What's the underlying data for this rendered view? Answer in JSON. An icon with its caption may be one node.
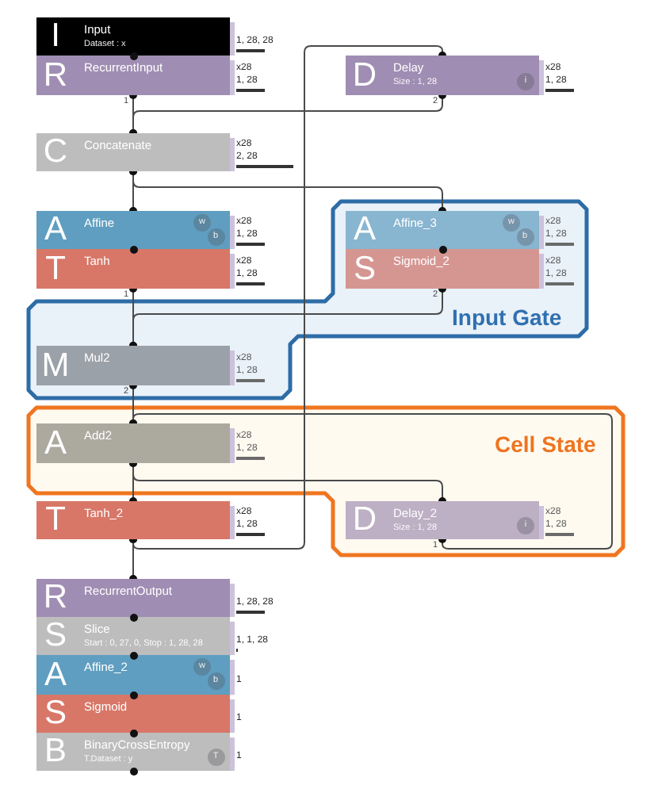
{
  "diagram": {
    "nodes": [
      {
        "text": [
          "I",
          "Input",
          "Dataset : x"
        ],
        "beside": [
          "1, 28, 28"
        ]
      },
      {
        "text": [
          "R",
          "RecurrentInput"
        ],
        "beside": [
          "x28",
          "1, 28"
        ]
      },
      {
        "text": [
          "D",
          "Delay",
          "Size : 1, 28",
          "i"
        ],
        "beside": [
          "x28",
          "1, 28"
        ]
      },
      {
        "text": [
          "C",
          "Concatenate"
        ],
        "beside": [
          "x28",
          "2, 28"
        ]
      },
      {
        "text": [
          "A",
          "Affine",
          "w",
          "b"
        ],
        "beside": [
          "x28",
          "1, 28"
        ]
      },
      {
        "text": [
          "T",
          "Tanh"
        ],
        "beside": [
          "x28",
          "1, 28"
        ]
      },
      {
        "text": [
          "Input Gate"
        ]
      },
      {
        "text": [
          "A",
          "Affine_3",
          "w",
          "b"
        ],
        "beside": [
          "x28",
          "1, 28"
        ],
        "in": 6
      },
      {
        "text": [
          "S",
          "Sigmoid_2"
        ],
        "beside": [
          "x28",
          "1, 28"
        ],
        "in": 6
      },
      {
        "text": [
          "M",
          "Mul2"
        ],
        "beside": [
          "x28",
          "1, 28"
        ],
        "in": 6
      },
      {
        "text": [
          "Cell State"
        ]
      },
      {
        "text": [
          "A",
          "Add2"
        ],
        "beside": [
          "x28",
          "1, 28"
        ],
        "in": 10
      },
      {
        "text": [
          "T",
          "Tanh_2"
        ],
        "beside": [
          "x28",
          "1, 28"
        ]
      },
      {
        "text": [
          "D",
          "Delay_2",
          "Size : 1, 28",
          "i"
        ],
        "beside": [
          "x28",
          "1, 28"
        ],
        "in": 10
      },
      {
        "text": [
          "R",
          "RecurrentOutput"
        ],
        "beside": [
          "1, 28, 28"
        ]
      },
      {
        "text": [
          "S",
          "Slice",
          "Start : 0, 27, 0, Stop : 1, 28, 28"
        ],
        "beside": [
          "1, 1, 28"
        ]
      },
      {
        "text": [
          "A",
          "Affine_2",
          "w",
          "b"
        ],
        "beside": [
          "1"
        ]
      },
      {
        "text": [
          "S",
          "Sigmoid"
        ],
        "beside": [
          "1"
        ]
      },
      {
        "text": [
          "B",
          "BinaryCrossEntropy",
          "T.Dataset : y",
          "T"
        ],
        "beside": [
          "1"
        ]
      }
    ],
    "edges": [
      {
        "from": 1,
        "to": 3,
        "arrow": "other",
        "label": "1"
      },
      {
        "from": 2,
        "to": 3,
        "arrow": "other",
        "label": "2"
      },
      {
        "from": 3,
        "to": 4,
        "arrow": "other"
      },
      {
        "from": 3,
        "to": 7,
        "arrow": "other"
      },
      {
        "from": 5,
        "to": 9,
        "arrow": "other",
        "label": "1"
      },
      {
        "from": 8,
        "to": 9,
        "arrow": "other",
        "label": "2"
      },
      {
        "from": 9,
        "to": 11,
        "arrow": "other",
        "label": "2"
      },
      {
        "from": 13,
        "to": 11,
        "arrow": "other",
        "label": "1"
      },
      {
        "from": 11,
        "to": 12,
        "arrow": "other"
      },
      {
        "from": 11,
        "to": 13,
        "arrow": "other"
      },
      {
        "from": 12,
        "to": 2,
        "arrow": "other"
      },
      {
        "from": 12,
        "to": 14,
        "arrow": "other"
      }
    ]
  }
}
